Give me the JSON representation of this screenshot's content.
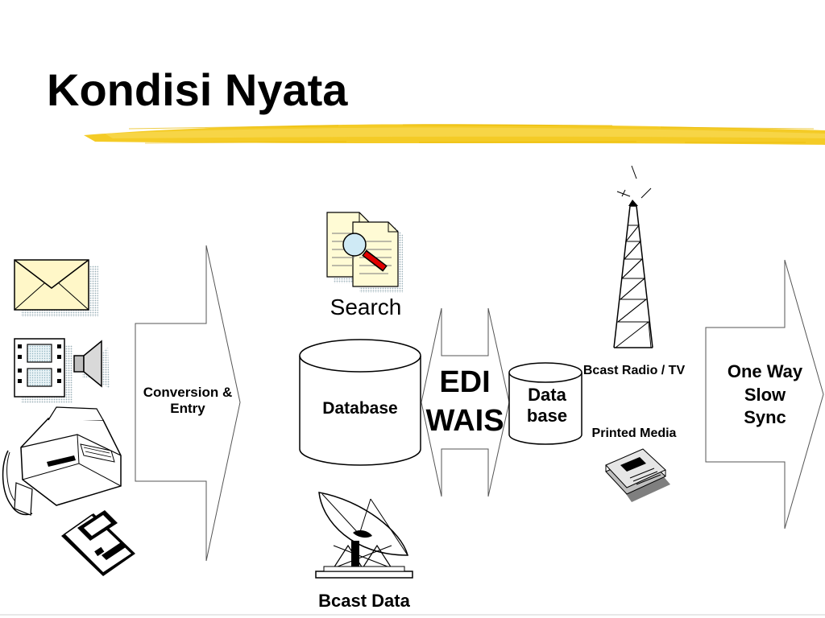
{
  "slide": {
    "title": "Kondisi Nyata",
    "accent_color": "#F2C200",
    "labels": {
      "conversion": "Conversion & Entry",
      "search": "Search",
      "database": "Database",
      "edi_wais": "EDI WAIS",
      "database_small": "Data base",
      "bcast_radio_tv": "Bcast Radio / TV",
      "printed_media": "Printed Media",
      "one_way": "One Way Slow Sync",
      "bcast_data": "Bcast Data"
    },
    "icons": [
      "envelope-icon",
      "film-strip-icon",
      "speaker-icon",
      "fax-machine-icon",
      "floppy-disk-icon",
      "search-documents-icon",
      "satellite-dish-icon",
      "broadcast-tower-icon",
      "newspaper-icon"
    ]
  }
}
